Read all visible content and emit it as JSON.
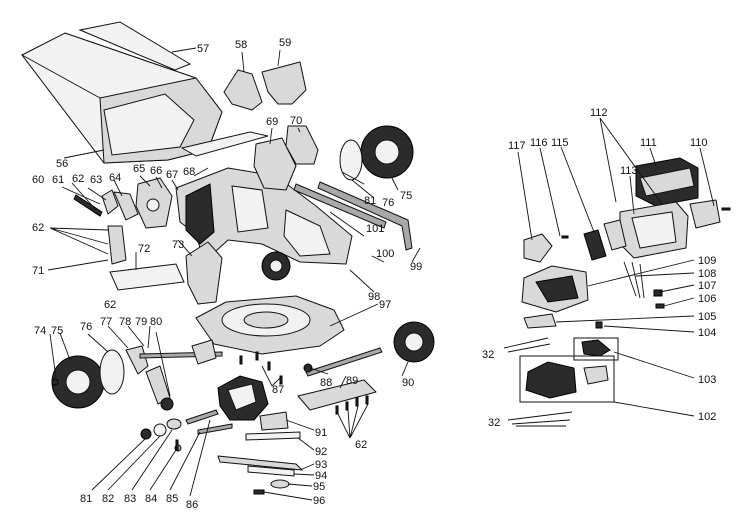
{
  "callouts": [
    {
      "id": "56",
      "text": "56"
    },
    {
      "id": "57",
      "text": "57"
    },
    {
      "id": "58",
      "text": "58"
    },
    {
      "id": "59",
      "text": "59"
    },
    {
      "id": "60",
      "text": "60"
    },
    {
      "id": "61",
      "text": "61"
    },
    {
      "id": "62a",
      "text": "62"
    },
    {
      "id": "62b",
      "text": "62"
    },
    {
      "id": "62c",
      "text": "62"
    },
    {
      "id": "62d",
      "text": "62"
    },
    {
      "id": "63",
      "text": "63"
    },
    {
      "id": "64",
      "text": "64"
    },
    {
      "id": "65",
      "text": "65"
    },
    {
      "id": "66",
      "text": "66"
    },
    {
      "id": "67",
      "text": "67"
    },
    {
      "id": "68",
      "text": "68"
    },
    {
      "id": "69",
      "text": "69"
    },
    {
      "id": "70",
      "text": "70"
    },
    {
      "id": "71",
      "text": "71"
    },
    {
      "id": "72",
      "text": "72"
    },
    {
      "id": "73",
      "text": "73"
    },
    {
      "id": "74",
      "text": "74"
    },
    {
      "id": "75a",
      "text": "75"
    },
    {
      "id": "75b",
      "text": "75"
    },
    {
      "id": "76a",
      "text": "76"
    },
    {
      "id": "76b",
      "text": "76"
    },
    {
      "id": "77",
      "text": "77"
    },
    {
      "id": "78",
      "text": "78"
    },
    {
      "id": "79",
      "text": "79"
    },
    {
      "id": "80",
      "text": "80"
    },
    {
      "id": "81a",
      "text": "81"
    },
    {
      "id": "81b",
      "text": "81"
    },
    {
      "id": "82",
      "text": "82"
    },
    {
      "id": "83",
      "text": "83"
    },
    {
      "id": "84",
      "text": "84"
    },
    {
      "id": "85",
      "text": "85"
    },
    {
      "id": "86",
      "text": "86"
    },
    {
      "id": "87",
      "text": "87"
    },
    {
      "id": "88",
      "text": "88"
    },
    {
      "id": "89",
      "text": "89"
    },
    {
      "id": "90",
      "text": "90"
    },
    {
      "id": "91",
      "text": "91"
    },
    {
      "id": "92",
      "text": "92"
    },
    {
      "id": "93",
      "text": "93"
    },
    {
      "id": "94",
      "text": "94"
    },
    {
      "id": "95",
      "text": "95"
    },
    {
      "id": "96",
      "text": "96"
    },
    {
      "id": "97",
      "text": "97"
    },
    {
      "id": "98",
      "text": "98"
    },
    {
      "id": "99",
      "text": "99"
    },
    {
      "id": "100",
      "text": "100"
    },
    {
      "id": "101",
      "text": "101"
    },
    {
      "id": "102",
      "text": "102"
    },
    {
      "id": "103",
      "text": "103"
    },
    {
      "id": "104",
      "text": "104"
    },
    {
      "id": "105",
      "text": "105"
    },
    {
      "id": "106",
      "text": "106"
    },
    {
      "id": "107",
      "text": "107"
    },
    {
      "id": "108",
      "text": "108"
    },
    {
      "id": "109",
      "text": "109"
    },
    {
      "id": "110",
      "text": "110"
    },
    {
      "id": "111",
      "text": "111"
    },
    {
      "id": "112",
      "text": "112"
    },
    {
      "id": "113",
      "text": "113"
    },
    {
      "id": "115",
      "text": "115"
    },
    {
      "id": "116",
      "text": "116"
    },
    {
      "id": "117",
      "text": "117"
    },
    {
      "id": "32a",
      "text": "32"
    },
    {
      "id": "32b",
      "text": "32"
    }
  ]
}
